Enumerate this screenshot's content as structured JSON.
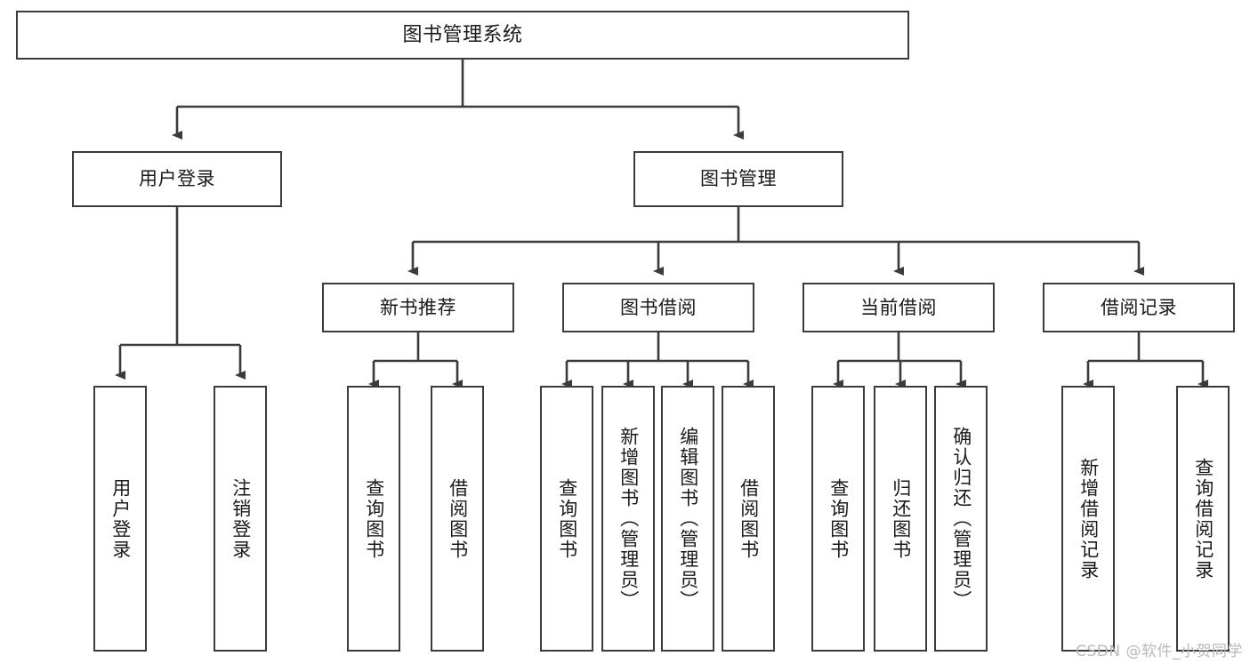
{
  "diagram": {
    "title": "图书管理系统",
    "type": "tree-hierarchy",
    "root": {
      "label": "图书管理系统"
    },
    "level1": [
      {
        "label": "用户登录"
      },
      {
        "label": "图书管理"
      }
    ],
    "level2": [
      {
        "label": "新书推荐",
        "parent": "图书管理"
      },
      {
        "label": "图书借阅",
        "parent": "图书管理"
      },
      {
        "label": "当前借阅",
        "parent": "图书管理"
      },
      {
        "label": "借阅记录",
        "parent": "图书管理"
      }
    ],
    "leaves": {
      "user_login": [
        {
          "label": "用户登录"
        },
        {
          "label": "注销登录"
        }
      ],
      "new_book": [
        {
          "label": "查询图书"
        },
        {
          "label": "借阅图书"
        }
      ],
      "borrow_book": [
        {
          "label": "查询图书"
        },
        {
          "label": "新增图书（管理员）"
        },
        {
          "label": "编辑图书（管理员）"
        },
        {
          "label": "借阅图书"
        }
      ],
      "current_borrow": [
        {
          "label": "查询图书"
        },
        {
          "label": "归还图书"
        },
        {
          "label": "确认归还（管理员）"
        }
      ],
      "borrow_record": [
        {
          "label": "新增借阅记录"
        },
        {
          "label": "查询借阅记录"
        }
      ]
    }
  },
  "watermark": {
    "text": "CSDN @软件_小贺同学"
  },
  "colors": {
    "stroke": "#3b3b3b",
    "background": "#ffffff",
    "text": "#1a1a1a",
    "watermark": "#b9b9b9"
  }
}
